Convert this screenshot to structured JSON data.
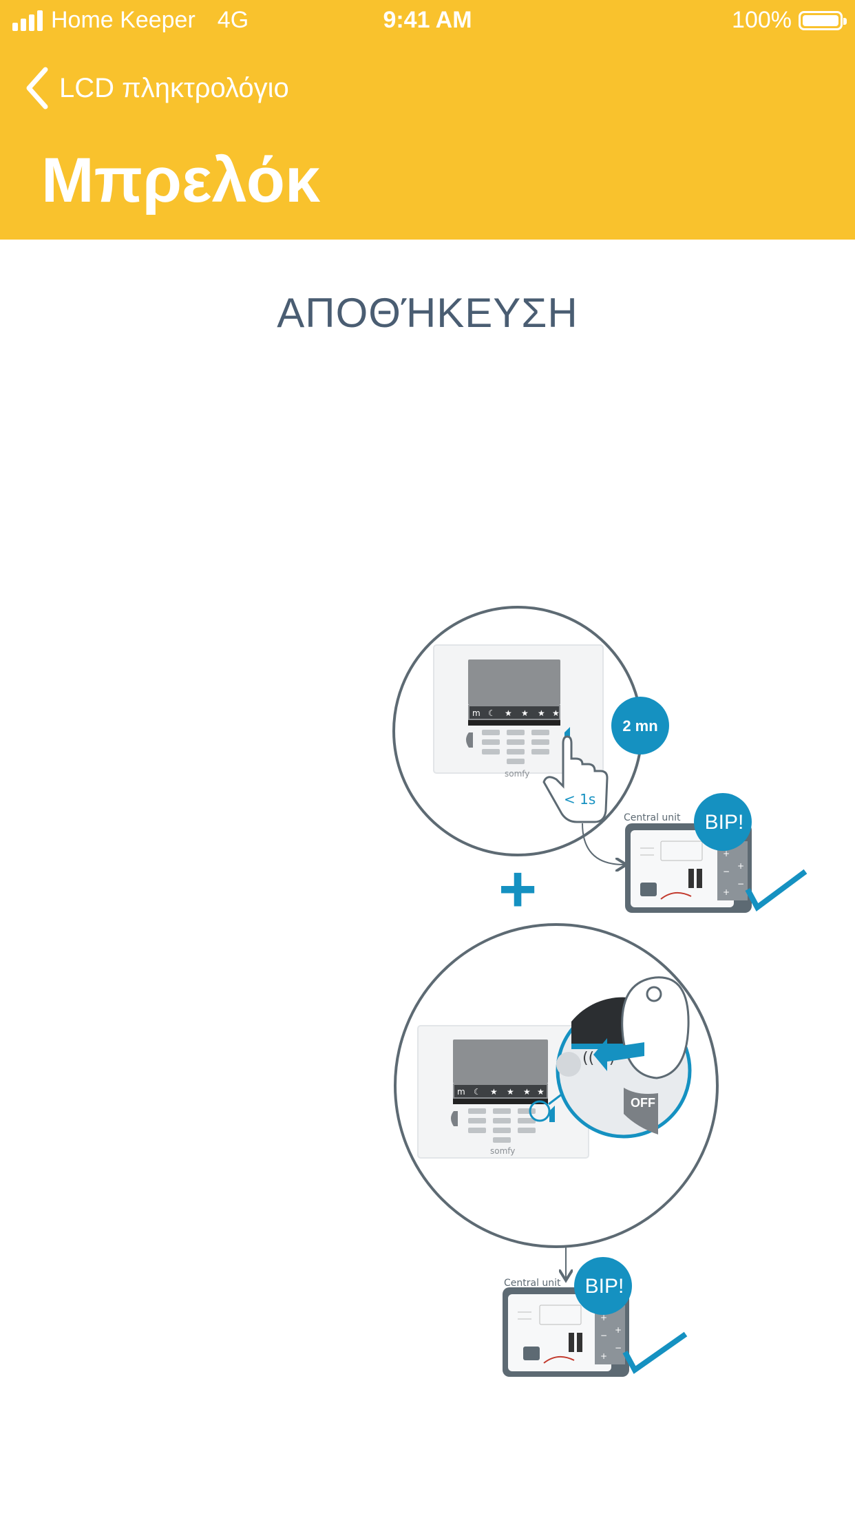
{
  "status_bar": {
    "carrier": "Home Keeper",
    "network": "4G",
    "time": "9:41 AM",
    "battery": "100%"
  },
  "nav": {
    "back_label": "LCD πληκτρολόγιο",
    "title": "Μπρελόκ"
  },
  "content": {
    "section_title": "ΑΠΟΘΉΚΕΥΣΗ",
    "step1": {
      "timer_badge": "2 mn",
      "press_duration": "< 1s",
      "central_unit_label": "Central unit",
      "beep_label": "BIP!"
    },
    "plus_sign": "+",
    "step2": {
      "central_unit_label": "Central unit",
      "beep_label": "BIP!",
      "off_label": "OFF",
      "brand_text": "somfy"
    },
    "colors": {
      "header": "#f9c22d",
      "accent_blue": "#1591c1",
      "title_text": "#4a5d72"
    }
  }
}
